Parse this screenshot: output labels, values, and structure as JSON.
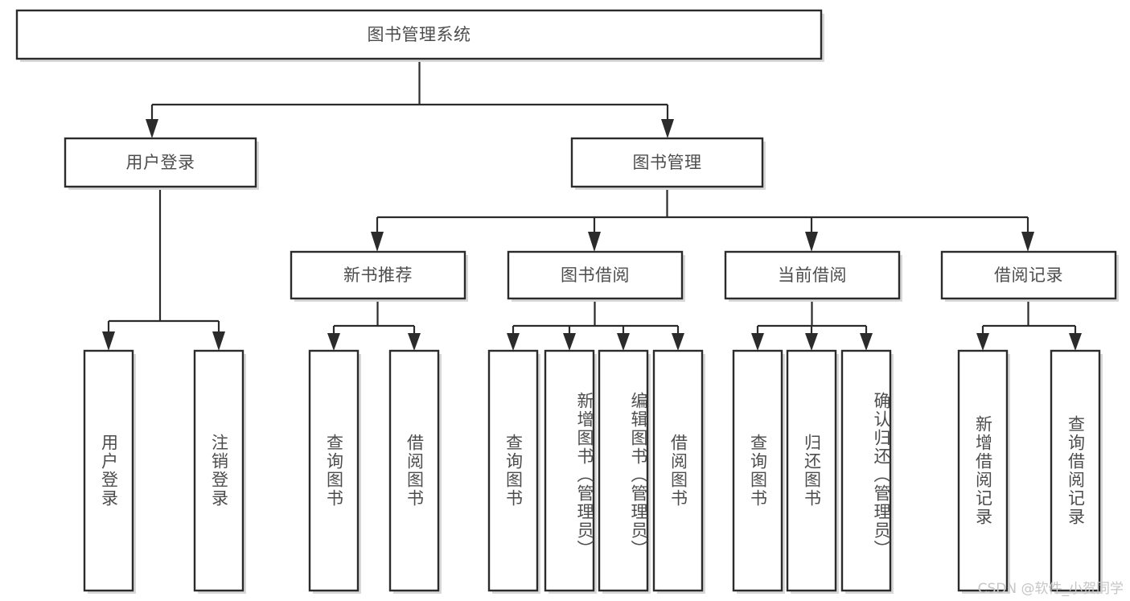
{
  "diagram": {
    "type": "tree",
    "title": "图书管理系统",
    "watermark": "CSDN @软件_小贺同学",
    "colors": {
      "box_stroke": "#2b2b2b",
      "box_fill": "#ffffff",
      "text": "#4d4d4d",
      "connector": "#2b2b2b",
      "watermark": "#c6c6c6",
      "background": "#ffffff"
    },
    "nodes": {
      "root": {
        "label": "图书管理系统",
        "level": 1,
        "orientation": "horizontal"
      },
      "l2": [
        {
          "id": "user-login",
          "label": "用户登录",
          "level": 2,
          "orientation": "horizontal"
        },
        {
          "id": "book-manage",
          "label": "图书管理",
          "level": 2,
          "orientation": "horizontal"
        }
      ],
      "l3": [
        {
          "id": "new-book-rec",
          "label": "新书推荐",
          "level": 3,
          "orientation": "horizontal",
          "parent": "book-manage"
        },
        {
          "id": "book-borrow",
          "label": "图书借阅",
          "level": 3,
          "orientation": "horizontal",
          "parent": "book-manage"
        },
        {
          "id": "current-borrow",
          "label": "当前借阅",
          "level": 3,
          "orientation": "horizontal",
          "parent": "book-manage"
        },
        {
          "id": "borrow-record",
          "label": "借阅记录",
          "level": 3,
          "orientation": "horizontal",
          "parent": "book-manage"
        }
      ],
      "leaves": [
        {
          "id": "leaf-user-login",
          "label": "用户登录",
          "parent": "user-login",
          "orientation": "vertical"
        },
        {
          "id": "leaf-logout",
          "label": "注销登录",
          "parent": "user-login",
          "orientation": "vertical"
        },
        {
          "id": "leaf-query-book-1",
          "label": "查询图书",
          "parent": "new-book-rec",
          "orientation": "vertical"
        },
        {
          "id": "leaf-borrow-book-1",
          "label": "借阅图书",
          "parent": "new-book-rec",
          "orientation": "vertical"
        },
        {
          "id": "leaf-query-book-2",
          "label": "查询图书",
          "parent": "book-borrow",
          "orientation": "vertical"
        },
        {
          "id": "leaf-add-book",
          "label": "新增图书（管理员）",
          "parent": "book-borrow",
          "orientation": "vertical"
        },
        {
          "id": "leaf-edit-book",
          "label": "编辑图书（管理员）",
          "parent": "book-borrow",
          "orientation": "vertical"
        },
        {
          "id": "leaf-borrow-book-2",
          "label": "借阅图书",
          "parent": "book-borrow",
          "orientation": "vertical"
        },
        {
          "id": "leaf-query-book-3",
          "label": "查询图书",
          "parent": "current-borrow",
          "orientation": "vertical"
        },
        {
          "id": "leaf-return-book",
          "label": "归还图书",
          "parent": "current-borrow",
          "orientation": "vertical"
        },
        {
          "id": "leaf-confirm-return",
          "label": "确认归还（管理员）",
          "parent": "current-borrow",
          "orientation": "vertical"
        },
        {
          "id": "leaf-add-record",
          "label": "新增借阅记录",
          "parent": "borrow-record",
          "orientation": "vertical"
        },
        {
          "id": "leaf-query-record",
          "label": "查询借阅记录",
          "parent": "borrow-record",
          "orientation": "vertical"
        }
      ]
    }
  }
}
